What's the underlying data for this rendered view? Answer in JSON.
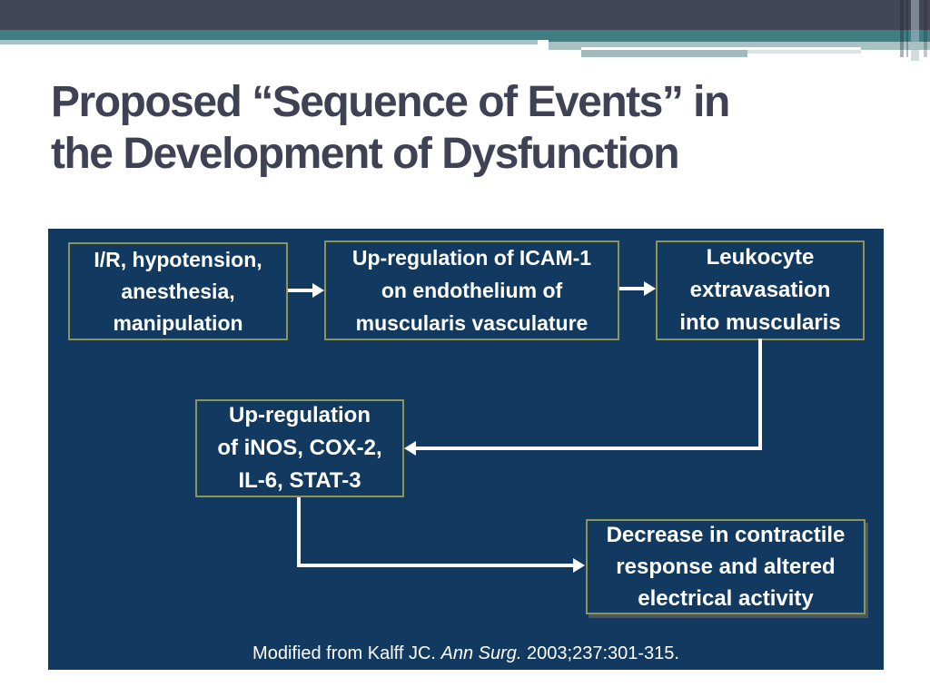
{
  "slide": {
    "title_line1": "Proposed “Sequence of Events” in",
    "title_line2": "the Development of Dysfunction"
  },
  "colors": {
    "header_dark": "#424656",
    "header_teal": "#3F7E82",
    "header_pale": "#A7C2C3",
    "header_pale2": "#9FBABB",
    "panel_navy": "#123A60",
    "box_border": "#8E9455",
    "title_text": "#3E4254",
    "arrow_white": "#FFFFFF"
  },
  "flowchart": {
    "boxes": [
      {
        "id": "trigger",
        "lines": [
          "I/R, hypotension,",
          "anesthesia,",
          "manipulation"
        ]
      },
      {
        "id": "icam",
        "lines": [
          "Up-regulation of ICAM-1",
          "on endothelium of",
          "muscularis vasculature"
        ]
      },
      {
        "id": "leukocyte",
        "lines": [
          "Leukocyte",
          "extravasation",
          "into muscularis"
        ]
      },
      {
        "id": "inos",
        "lines": [
          "Up-regulation",
          "of iNOS, COX-2,",
          "IL-6, STAT-3"
        ]
      },
      {
        "id": "decrease",
        "lines": [
          "Decrease in contractile",
          "response and altered",
          "electrical activity"
        ]
      }
    ]
  },
  "citation": {
    "prefix": "Modified from Kalff JC. ",
    "journal_italic": "Ann Surg.",
    "suffix": " 2003;237:301-315."
  }
}
